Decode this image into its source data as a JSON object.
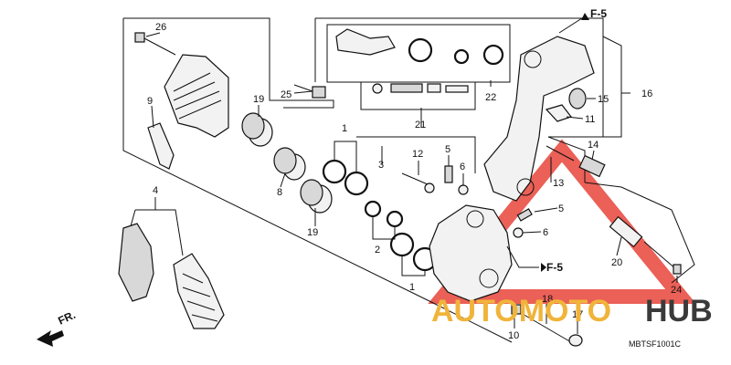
{
  "diagram": {
    "code": "MBTSF1001C",
    "front_arrow": "FR.",
    "callouts": {
      "p1a": "1",
      "p1b": "1",
      "p2": "2",
      "p3": "3",
      "p4": "4",
      "p5a": "5",
      "p5b": "5",
      "p6a": "6",
      "p6b": "6",
      "p8": "8",
      "p9": "9",
      "p10": "10",
      "p11": "11",
      "p12": "12",
      "p13": "13",
      "p14": "14",
      "p15": "15",
      "p16": "16",
      "p17": "17",
      "p18": "18",
      "p19a": "19",
      "p19b": "19",
      "p20": "20",
      "p21": "21",
      "p22": "22",
      "p24": "24",
      "p25": "25",
      "p26": "26"
    },
    "refs": {
      "f5_top": "F-5",
      "f5_mid": "F-5"
    }
  },
  "watermark": {
    "part_a": "AUTOMOTO",
    "part_b": "HUB",
    "accent_color": "#e8443a",
    "brand_color": "#f0b43a"
  }
}
